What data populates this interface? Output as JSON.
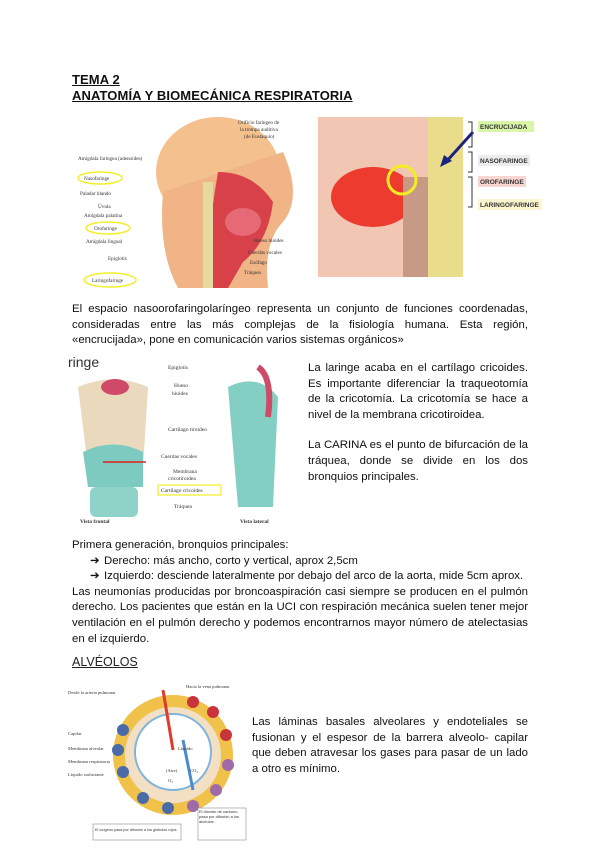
{
  "header": {
    "title_line1": "TEMA 2",
    "title_line2": "ANATOMÍA Y BIOMECÁNICA RESPIRATORIA"
  },
  "figure_head": {
    "labels_left": [
      "Amígdala faríngea (adenoides)",
      "Nasofaringe",
      "Paladar blando",
      "Úvula",
      "Amígdala palatina",
      "Orofaringe",
      "Amígdala lingual",
      "Epiglotis",
      "Laringofaringe"
    ],
    "label_top": [
      "Orificio faríngeo de",
      "la trompa auditiva",
      "(de Eustaquio)"
    ],
    "labels_right": [
      "Hueso hioides",
      "Cuerdas vocales",
      "Esófago",
      "Tráquea"
    ]
  },
  "figure_sagittal": {
    "labels": [
      "ENCRUCIJADA",
      "NASOFARINGE",
      "OROFARINGE",
      "LARINGOFARINGE"
    ],
    "label_colors": [
      "#d9f5a8",
      "#ececec",
      "#f7d6d2",
      "#fbf5cf"
    ]
  },
  "intro": {
    "text": "El espacio nasoorofaringolaríngeo representa un conjunto de funciones coordenadas, consideradas entre las más complejas de la fisiología humana. Esta región, «encrucijada», pone en comunicación varios sistemas orgánicos»"
  },
  "figure_larynx": {
    "corner_text": "ringe",
    "labels": [
      "Epiglotis",
      "Hueso",
      "hioides",
      "Cartílago tiroideo",
      "Cuerdas vocales",
      "Membrana",
      "cricotiroidea",
      "Cartílago cricoides",
      "Tráquea"
    ],
    "caption_left": "Vista frontal",
    "caption_right": "Vista lateral"
  },
  "larynx_text": {
    "p1": "La laringe acaba en el cartílago cricoides. Es importante diferenciar la traqueotomía de la cricotomía. La cricotomía se hace a nivel de la membrana cricotiroidea.",
    "p2": "La CARINA es el punto de bifurcación de la tráquea, donde se divide en los dos bronquios principales."
  },
  "bronchi": {
    "intro": "Primera generación, bronquios principales:",
    "bullet_symbol": "➔",
    "items": [
      "Derecho: más ancho, corto y vertical, aprox 2,5cm",
      "Izquierdo: desciende lateralmente por debajo del arco de la aorta, mide 5cm aprox."
    ],
    "para": "Las neumonías producidas por broncoaspiración casi siempre se producen en el pulmón derecho. Los pacientes que están en la UCI con respiración mecánica suelen tener mejor ventilación en el pulmón derecho y podemos encontrarnos mayor número de atelectasias en el izquierdo."
  },
  "alveolos": {
    "heading": "ALVÉOLOS",
    "text": "Las láminas basales alveolares y endoteliales se fusionan y el espesor de la barrera alveolo- capilar que deben atravesar los gases para pasar de un lado a otro es mínimo.",
    "figure_labels": [
      "Desde la arteria pulmonar",
      "Hacia la vena pulmonar",
      "Capilar",
      "Membrana alveolar",
      "Membrana respiratoria",
      "Líquido surfactante",
      "Líquido",
      "(Aire)",
      "CO₂",
      "O₂",
      "El oxígeno pasa por difusión a los glóbulos rojos",
      "El dióxido de carbono pasa por difusión a los alvéolos"
    ]
  }
}
